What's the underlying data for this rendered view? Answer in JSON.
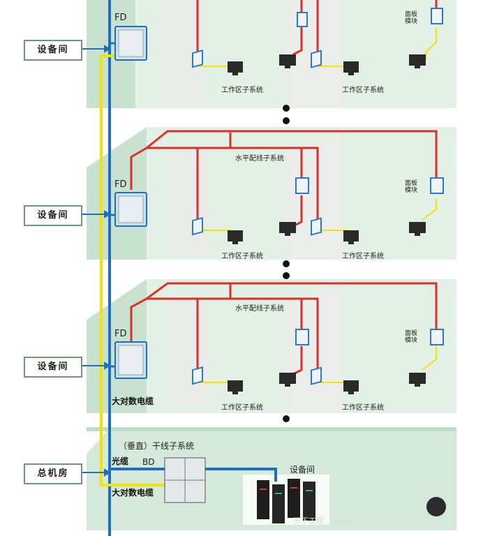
{
  "floors": [
    {
      "room_label": "设备间",
      "fd": "FD",
      "wa_left": "工作区子系统",
      "wa_right": "工作区子系统",
      "panel": "面板\n模块"
    },
    {
      "room_label": "设备间",
      "fd": "FD",
      "horizontal": "水平配线子系统",
      "wa_left": "工作区子系统",
      "wa_right": "工作区子系统",
      "panel": "面板\n模块"
    },
    {
      "room_label": "设备间",
      "fd": "FD",
      "horizontal": "水平配线子系统",
      "wa_left": "工作区子系统",
      "wa_right": "工作区子系统",
      "panel": "面板\n模块",
      "cable": "大对数电缆"
    }
  ],
  "ground": {
    "room_label": "总机房",
    "backbone": "（垂直）干线子系统",
    "fiber": "光缆",
    "bd": "BD",
    "equipment": "设备间",
    "cable": "大对数电缆"
  },
  "watermark": "天下工程 ... uqian...",
  "colors": {
    "horizontal_cable": "#d8312a",
    "fiber": "#1f6fc0",
    "copper": "#f0e400",
    "floor_bg": "#dfeee3"
  }
}
